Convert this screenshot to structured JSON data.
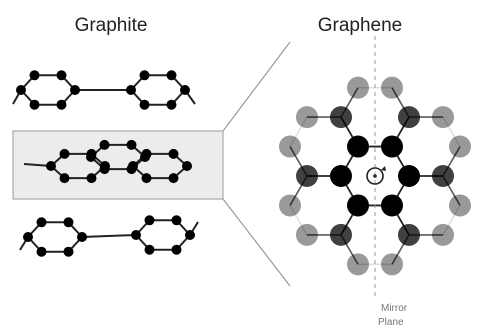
{
  "titles": {
    "left": "Graphite",
    "right": "Graphene"
  },
  "mirror_label": {
    "line1": "Mirror",
    "line2": "Plane"
  },
  "rotation_symbol": "↻",
  "colors": {
    "atom": "#000000",
    "bond": "#222222",
    "highlight_fill": "#ececec",
    "highlight_stroke": "#9a9a9a",
    "zoom_line": "#999999",
    "mirror_line": "#999999"
  }
}
